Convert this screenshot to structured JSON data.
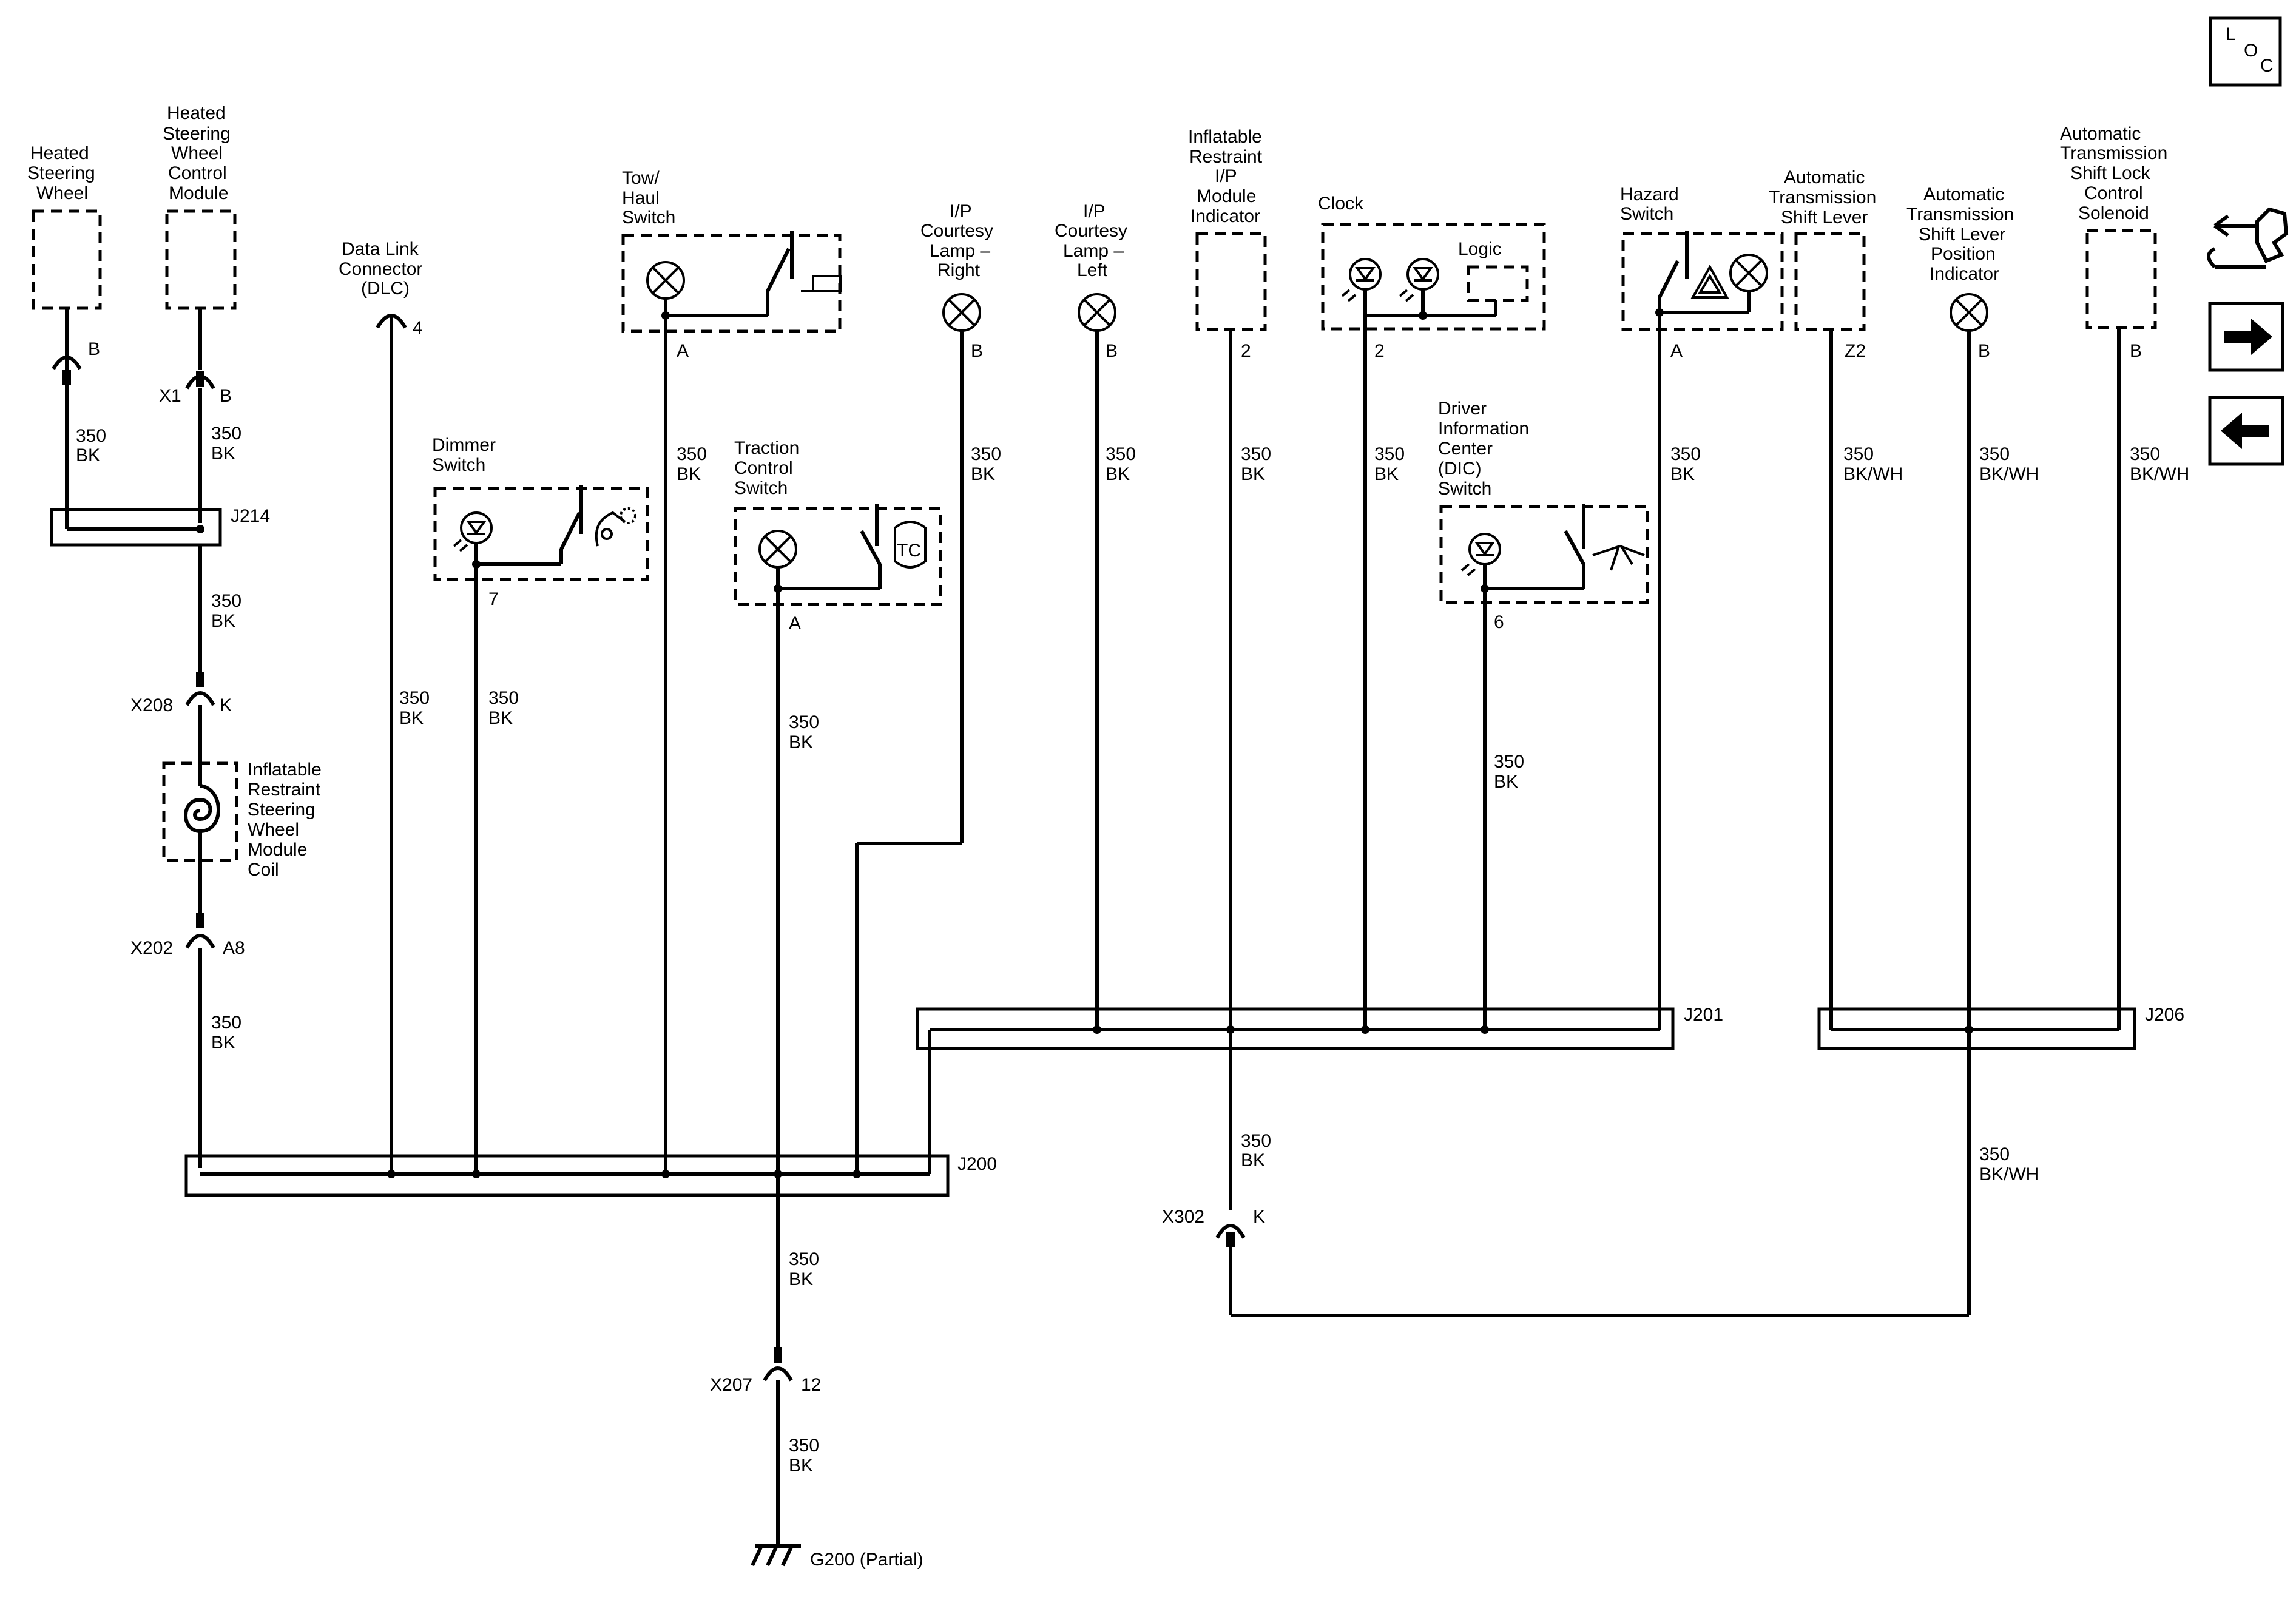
{
  "loc_badge": {
    "l": "L",
    "o": "O",
    "c": "C"
  },
  "nav_icons": [
    "component-locator-icon",
    "next-page-arrow-icon",
    "previous-page-arrow-icon"
  ],
  "components": {
    "heated_steering_wheel": [
      "Heated",
      "Steering",
      "Wheel"
    ],
    "hsw_control_module": [
      "Heated",
      "Steering",
      "Wheel",
      "Control",
      "Module"
    ],
    "dlc": [
      "Data Link",
      "Connector",
      "(DLC)"
    ],
    "tow_haul": [
      "Tow/",
      "Haul",
      "Switch"
    ],
    "courtesy_right": [
      "I/P",
      "Courtesy",
      "Lamp –",
      "Right"
    ],
    "courtesy_left": [
      "I/P",
      "Courtesy",
      "Lamp –",
      "Left"
    ],
    "ir_indicator": [
      "Inflatable",
      "Restraint",
      "I/P",
      "Module",
      "Indicator"
    ],
    "clock": [
      "Clock"
    ],
    "logic": "Logic",
    "hazard": [
      "Hazard",
      "Switch"
    ],
    "shift_lever": [
      "Automatic",
      "Transmission",
      "Shift Lever"
    ],
    "shift_lever_indicator": [
      "Automatic",
      "Transmission",
      "Shift Lever",
      "Position",
      "Indicator"
    ],
    "shift_lock": [
      "Automatic",
      "Transmission",
      "Shift Lock",
      "Control",
      "Solenoid"
    ],
    "dimmer": [
      "Dimmer",
      "Switch"
    ],
    "traction": [
      "Traction",
      "Control",
      "Switch"
    ],
    "dic": [
      "Driver",
      "Information",
      "Center",
      "(DIC)",
      "Switch"
    ],
    "ir_coil": [
      "Inflatable",
      "Restraint",
      "Steering",
      "Wheel",
      "Module",
      "Coil"
    ],
    "traction_symbol": "TC"
  },
  "pins": {
    "hsw": "B",
    "hswcm": "B",
    "x1": "X1",
    "dlc": "4",
    "tow_haul": "A",
    "courtesy_right": "B",
    "courtesy_left": "B",
    "ir_indicator": "2",
    "clock": "2",
    "hazard": "A",
    "shift_lever": "Z2",
    "shift_lever_indicator": "B",
    "shift_lock": "B",
    "dimmer": "7",
    "traction": "A",
    "dic": "6"
  },
  "wire_labels": {
    "w350": "350",
    "bk": "BK",
    "bkwh": "BK/WH"
  },
  "connectors": {
    "x208": "X208",
    "x208_pin": "K",
    "x202": "X202",
    "x202_pin": "A8",
    "x207": "X207",
    "x207_pin": "12",
    "x302": "X302",
    "x302_pin": "K"
  },
  "splices": {
    "j214": "J214",
    "j200": "J200",
    "j201": "J201",
    "j206": "J206"
  },
  "ground": "G200 (Partial)"
}
